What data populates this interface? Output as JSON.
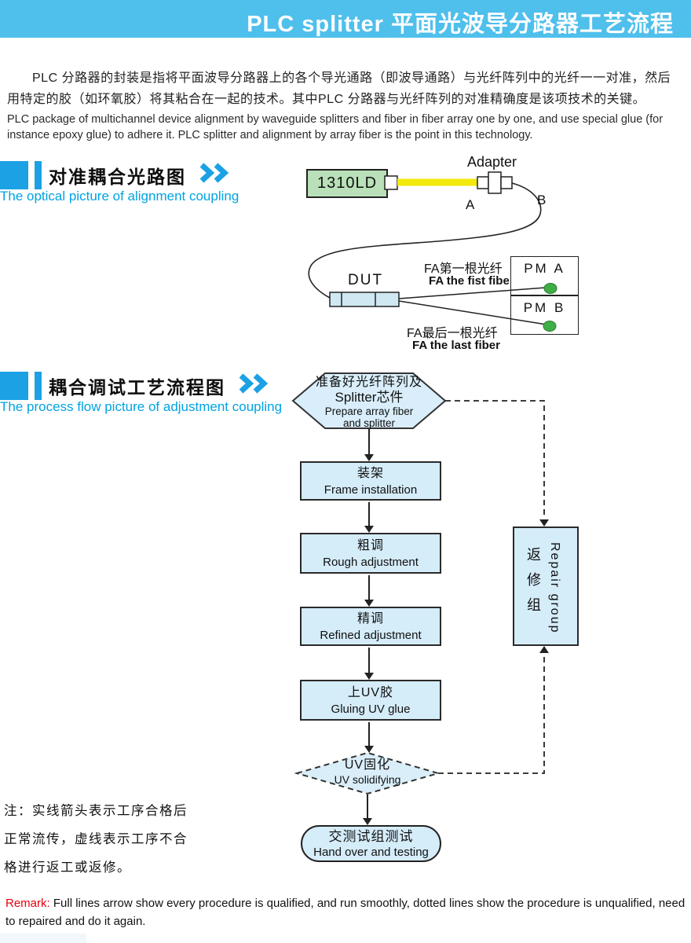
{
  "header": {
    "title": "PLC splitter 平面光波导分路器工艺流程"
  },
  "intro": {
    "zh": "PLC 分路器的封装是指将平面波导分路器上的各个导光通路（即波导通路）与光纤阵列中的光纤一一对准，然后用特定的胶（如环氧胶）将其粘合在一起的技术。其中PLC 分路器与光纤阵列的对准精确度是该项技术的关键。",
    "en": "PLC package of multichannel device alignment by waveguide splitters and fiber in fiber array one by one, and use special glue (for instance epoxy glue) to adhere it. PLC splitter and alignment by array fiber is the point in this technology."
  },
  "section1": {
    "title_zh": "对准耦合光路图",
    "title_en": "The optical picture of alignment coupling"
  },
  "diagram1": {
    "laser": "1310LD",
    "adapter": "Adapter",
    "port_a": "A",
    "port_b": "B",
    "dut": "DUT",
    "fiber_first_zh": "FA第一根光纤",
    "fiber_first_en": "FA the fist fibe",
    "fiber_last_zh": "FA最后一根光纤",
    "fiber_last_en": "FA the last fiber",
    "pm_a": "PM  A",
    "pm_b": "PM  B"
  },
  "section2": {
    "title_zh": "耦合调试工艺流程图",
    "title_en": "The process flow picture of adjustment coupling"
  },
  "flow": {
    "start": {
      "zh1": "准备好光纤阵列及",
      "zh2": "Splitter芯件",
      "en1": "Prepare array fiber",
      "en2": "and splitter"
    },
    "steps": [
      {
        "zh": "装架",
        "en": "Frame installation"
      },
      {
        "zh": "粗调",
        "en": "Rough adjustment"
      },
      {
        "zh": "精调",
        "en": "Refined adjustment"
      },
      {
        "zh": "上UV胶",
        "en": "Gluing UV glue"
      }
    ],
    "decision": {
      "zh": "UV固化",
      "en": "UV solidifying"
    },
    "end": {
      "zh": "交测试组测试",
      "en": "Hand over and testing"
    },
    "repair": {
      "zh": "返修组",
      "en": "Repair group"
    }
  },
  "note": {
    "line1": "注：实线箭头表示工序合格后",
    "line2": "正常流传，虚线表示工序不合",
    "line3": "格进行返工或返修。"
  },
  "remark": {
    "label": "Remark:",
    "text": " Full lines arrow show every procedure is qualified, and run smoothly, dotted lines show the procedure is unqualified, need to repaired and do it again."
  },
  "colors": {
    "header_bg": "#4fbfec",
    "accent_blue": "#1ba1e4",
    "subtitle_cyan": "#00a3e2",
    "flow_box_fill": "#d5ecf9",
    "laser_green": "#b9e0b8",
    "fiber_yellow": "#f3e90c",
    "dot_green": "#3fae47",
    "remark_red": "#e8000d"
  }
}
